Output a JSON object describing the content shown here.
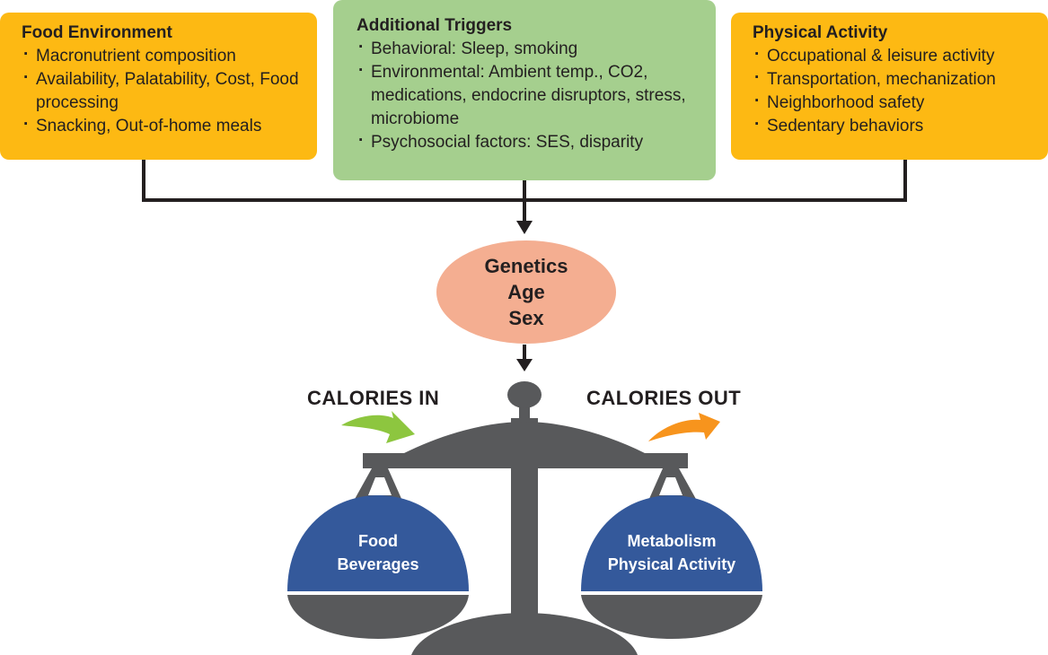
{
  "food_environment": {
    "title": "Food Environment",
    "items": [
      "Macronutrient composition",
      "Availability, Palatability, Cost, Food processing",
      "Snacking, Out-of-home meals"
    ]
  },
  "additional_triggers": {
    "title": "Additional Triggers",
    "items": [
      "Behavioral: Sleep, smoking",
      "Environmental: Ambient temp., CO2, medications, endocrine disruptors, stress, microbiome",
      "Psychosocial factors: SES, disparity"
    ]
  },
  "physical_activity": {
    "title": "Physical Activity",
    "items": [
      "Occupational & leisure activity",
      "Transportation, mechanization",
      "Neighborhood safety",
      "Sedentary behaviors"
    ]
  },
  "core_factors": {
    "lines": [
      "Genetics",
      "Age",
      "Sex"
    ]
  },
  "calories": {
    "in_label": "CALORIES IN",
    "out_label": "CALORIES OUT"
  },
  "left_pan": {
    "lines": [
      "Food",
      "Beverages"
    ]
  },
  "right_pan": {
    "lines": [
      "Metabolism",
      "Physical Activity"
    ]
  },
  "colors": {
    "yellow_box": "#fdb913",
    "green_box": "#a5cf8e",
    "ellipse": "#f4ae91",
    "pan_blue": "#34599b",
    "scale_gray": "#58595b",
    "arrow_green": "#8dc63f",
    "arrow_orange": "#f7941d",
    "connector": "#231f20"
  }
}
